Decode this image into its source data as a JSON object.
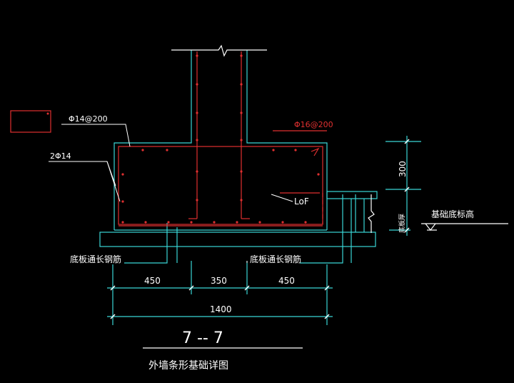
{
  "labels": {
    "rebar_top": "Φ14@200",
    "rebar_side": "2Φ14",
    "rebar_red": "Φ16@200",
    "lof": "LoF",
    "dim_300": "300",
    "slab_thickness": "底板厚",
    "foundation_bottom": "基础底标高",
    "bottom_bar_left": "底板通长钢筋",
    "bottom_bar_right": "底板通长钢筋",
    "dim_450_left": "450",
    "dim_350": "350",
    "dim_450_right": "450",
    "dim_1400": "1400",
    "section_mark": "7 -- 7",
    "drawing_title": "外墙条形基础详图"
  },
  "colors": {
    "background": "#000000",
    "outline": "#3ad6d6",
    "rebar": "#e03030",
    "leader": "#ffffff"
  }
}
